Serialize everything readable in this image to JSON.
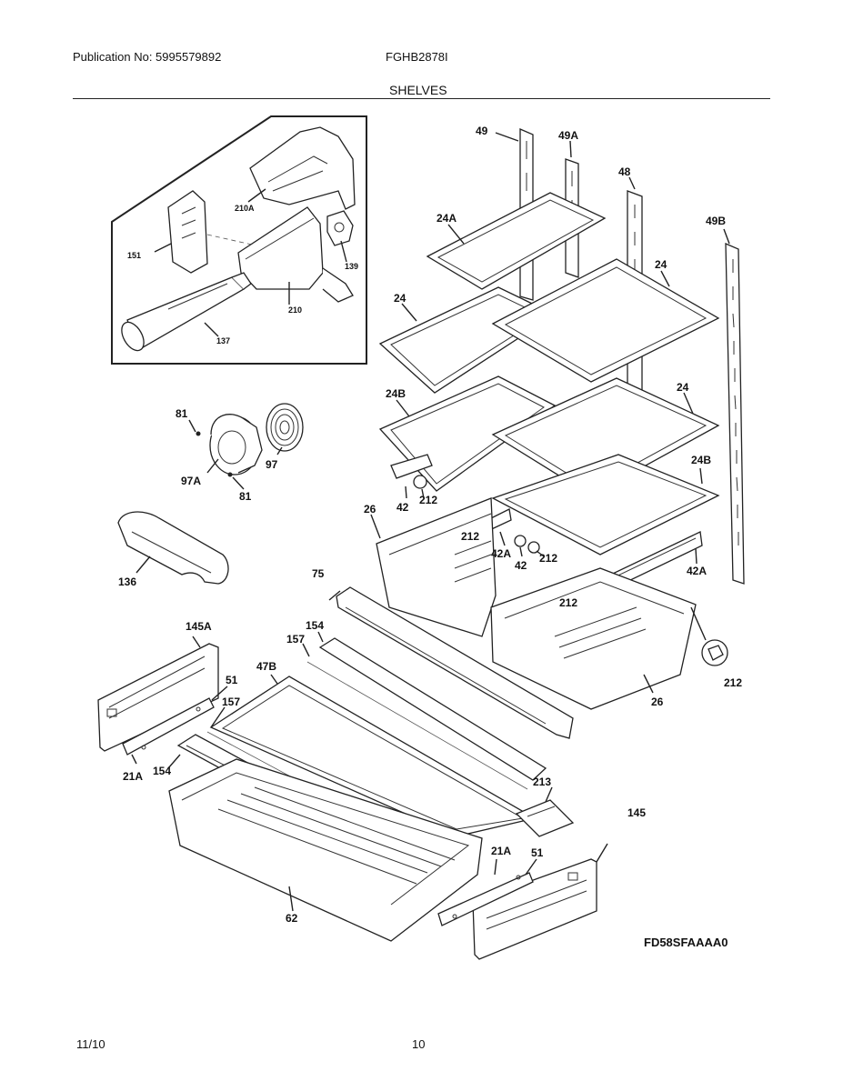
{
  "header": {
    "publication": "Publication No: 5995579892",
    "model": "FGHB2878I",
    "section": "SHELVES"
  },
  "footer": {
    "date": "11/10",
    "page": "10",
    "drawing_code": "FD58SFAAAA0"
  },
  "callouts": {
    "c49": "49",
    "c49a": "49A",
    "c48": "48",
    "c49b": "49B",
    "c24a": "24A",
    "c24_1": "24",
    "c24_2": "24",
    "c24_3": "24",
    "c24b_1": "24B",
    "c24b_2": "24B",
    "c26_1": "26",
    "c26_2": "26",
    "c42_1": "42",
    "c42_2": "42",
    "c42a_1": "42A",
    "c42a_2": "42A",
    "c212_1": "212",
    "c212_2": "212",
    "c212_3": "212",
    "c212_4": "212",
    "c212_5": "212",
    "c210a": "210A",
    "c151": "151",
    "c139": "139",
    "c210": "210",
    "c137": "137",
    "c81_1": "81",
    "c81_2": "81",
    "c97": "97",
    "c97a": "97A",
    "c136": "136",
    "c75": "75",
    "c145a": "145A",
    "c154_1": "154",
    "c154_2": "154",
    "c157_1": "157",
    "c157_2": "157",
    "c47b": "47B",
    "c51_1": "51",
    "c51_2": "51",
    "c21a_1": "21A",
    "c21a_2": "21A",
    "c213": "213",
    "c145": "145",
    "c62": "62"
  }
}
